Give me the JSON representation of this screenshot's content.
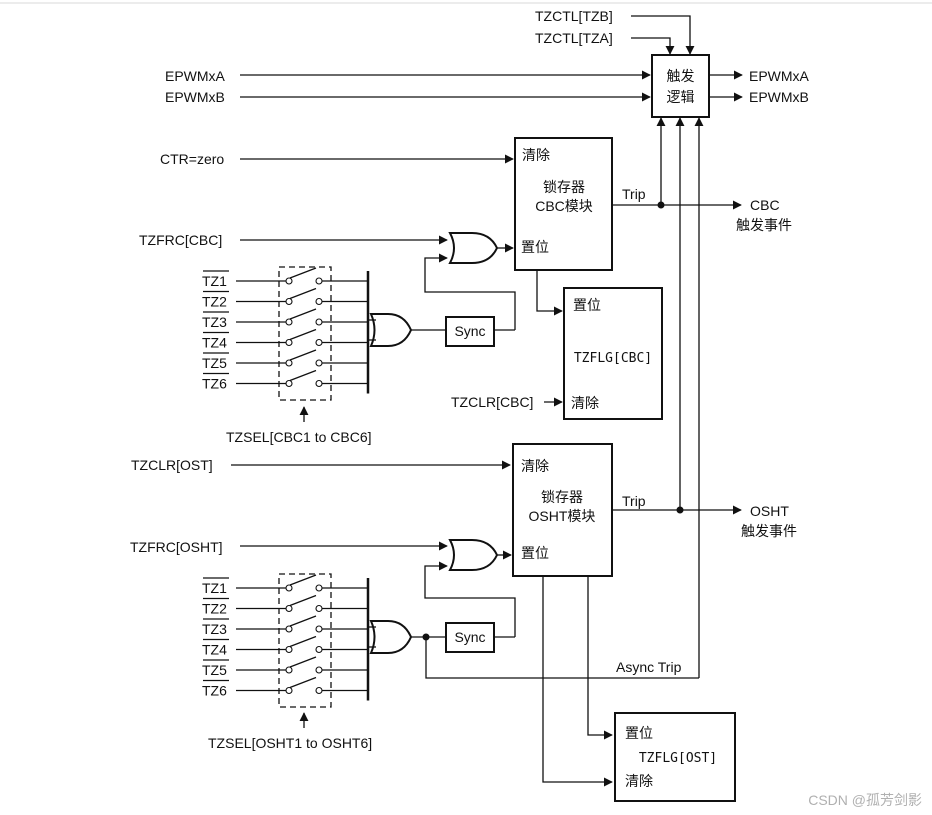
{
  "inputs": {
    "tzctl_tzb": "TZCTL[TZB]",
    "tzctl_tza": "TZCTL[TZA]",
    "epwm_a_in": "EPWMxA",
    "epwm_b_in": "EPWMxB",
    "ctr_zero": "CTR=zero",
    "tzfrc_cbc": "TZFRC[CBC]",
    "tzclr_cbc": "TZCLR[CBC]",
    "tzclr_ost": "TZCLR[OST]",
    "tzfrc_osht": "TZFRC[OSHT]"
  },
  "trip_logic": {
    "line1": "触发",
    "line2": "逻辑",
    "out_a": "EPWMxA",
    "out_b": "EPWMxB"
  },
  "cbc_latch": {
    "clear": "清除",
    "title1": "锁存器",
    "title2": "CBC模块",
    "set": "置位",
    "trip": "Trip",
    "event1": "CBC",
    "event2": "触发事件"
  },
  "cbc_flag": {
    "set": "置位",
    "name": "TZFLG[CBC]",
    "clear": "清除"
  },
  "ost_latch": {
    "clear": "清除",
    "title1": "锁存器",
    "title2": "OSHT模块",
    "set": "置位",
    "trip": "Trip",
    "event1": "OSHT",
    "event2": "触发事件"
  },
  "ost_flag": {
    "set": "置位",
    "name": "TZFLG[OST]",
    "clear": "清除"
  },
  "tz_inputs": [
    "TZ1",
    "TZ2",
    "TZ3",
    "TZ4",
    "TZ5",
    "TZ6"
  ],
  "sync_label": "Sync",
  "tzsel_cbc": "TZSEL[CBC1 to CBC6]",
  "tzsel_osht": "TZSEL[OSHT1 to OSHT6]",
  "async_trip": "Async Trip",
  "watermark": "CSDN @孤芳剑影"
}
